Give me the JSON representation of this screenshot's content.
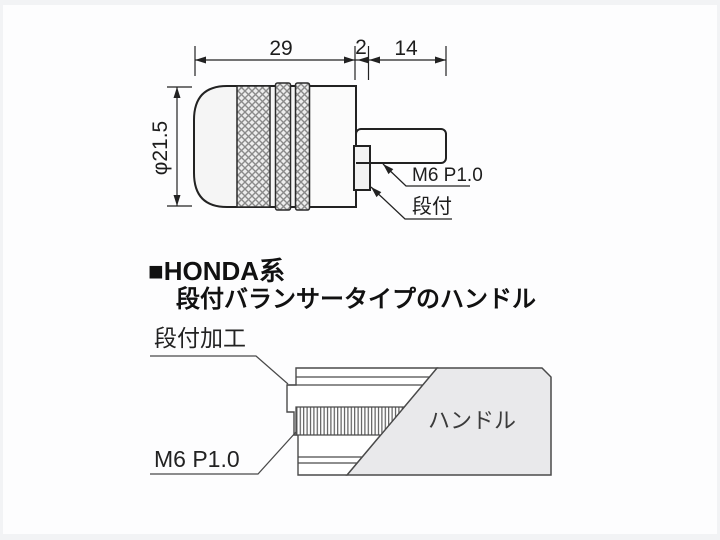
{
  "top_view": {
    "dim_body_length": "29",
    "dim_step_length": "2",
    "dim_thread_length": "14",
    "dim_diameter": "φ21.5",
    "thread_label": "M6 P1.0",
    "step_label": "段付"
  },
  "heading": {
    "line1": "■HONDA系",
    "line2": "段付バランサータイプのハンドル"
  },
  "section_view": {
    "step_machining_label": "段付加工",
    "thread_label": "M6 P1.0",
    "handlebar_label": "ハンドル"
  },
  "colors": {
    "top_line": "#222222",
    "section_line": "#4a4a4a",
    "handlebar_fill": "#e9e9eb",
    "knurl_line": "#8a8a8a",
    "body_fill": "#f6f6f6"
  }
}
